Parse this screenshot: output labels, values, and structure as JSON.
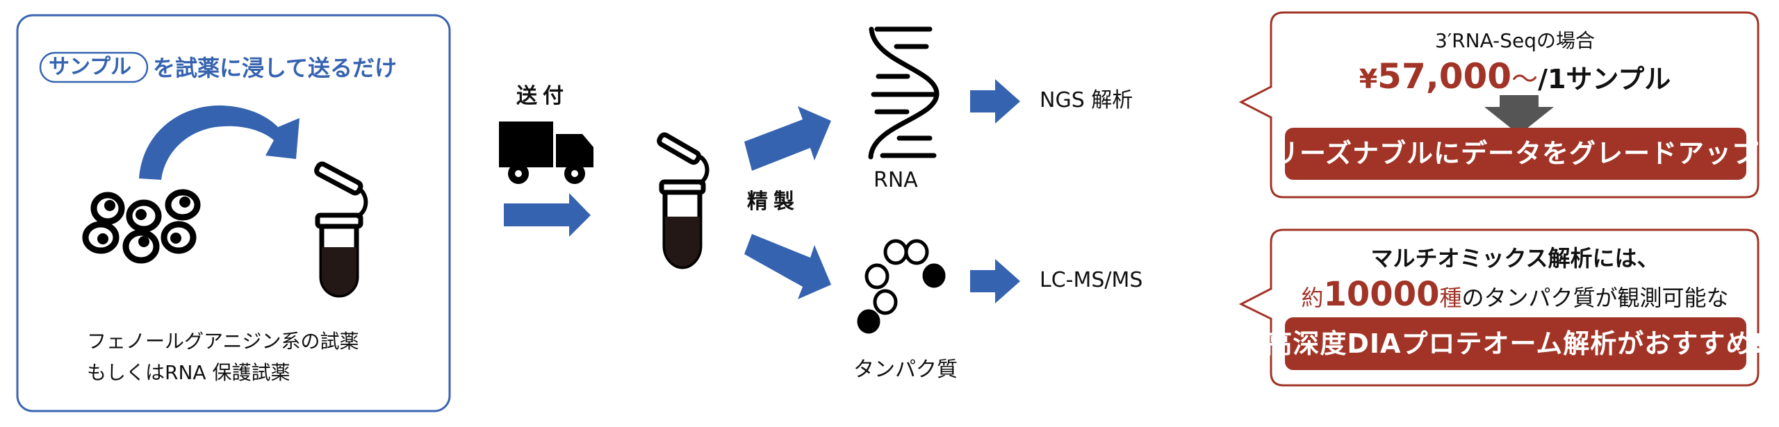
{
  "colors": {
    "blue": "#3563b0",
    "red": "#a13426",
    "gray_arrow": "#555555",
    "black": "#111111"
  },
  "sample_box": {
    "pill_label": "サンプル",
    "title_rest": "を試薬に浸して送るだけ",
    "note_line1": "フェノールグアニジン系の試薬",
    "note_line2": "もしくはRNA 保護試薬"
  },
  "flow": {
    "shipping_label": "送付",
    "purification_label": "精製",
    "rna_label": "RNA",
    "protein_label": "タンパク質",
    "rna_analysis": "NGS 解析",
    "protein_analysis": "LC-MS/MS"
  },
  "rna_callout": {
    "heading": "3′RNA-Seqの場合",
    "price_yen": "¥",
    "price_value": "57,000",
    "price_tilde": "〜",
    "price_unit": "/1サンプル",
    "banner": "リーズナブルにデータをグレードアップ"
  },
  "protein_callout": {
    "heading": "マルチオミックス解析には、",
    "count_prefix": "約",
    "count_value": "10000",
    "count_suffix": "種",
    "count_rest": "のタンパク質が観測可能な",
    "banner": "高深度DIAプロテオーム解析がおすすめ!"
  }
}
